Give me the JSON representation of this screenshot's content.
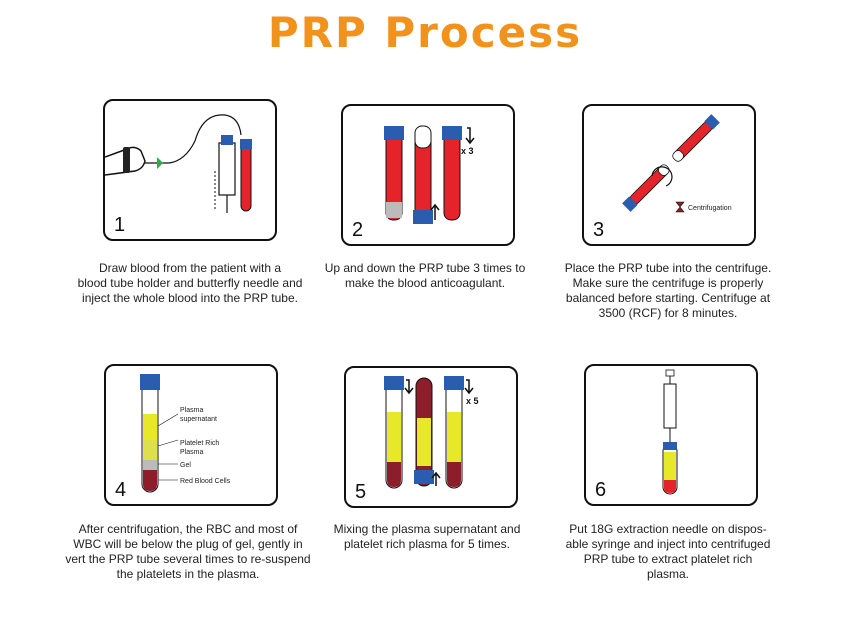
{
  "title": "PRP Process",
  "steps": [
    {
      "number": "1",
      "caption": "Draw blood from the patient with a\nblood tube holder and butterfly needle and\ninject the whole blood into the PRP tube."
    },
    {
      "number": "2",
      "caption": "Up and down the PRP tube 3 times to\nmake the blood anticoagulant.",
      "repeat": "x 3"
    },
    {
      "number": "3",
      "caption": "Place the PRP tube into the centrifuge.\nMake sure the centrifuge is properly\nbalanced before starting. Centrifuge at\n3500 (RCF) for 8 minutes.",
      "label": "Centrifugation"
    },
    {
      "number": "4",
      "caption": "After centrifugation, the RBC and most of\nWBC will be below the plug of gel, gently in\nvert the PRP tube several times to re-suspend\nthe platelets in the plasma.",
      "layers": {
        "plasma1": "Plasma",
        "plasma2": "supernatant",
        "prp1": "Platelet Rich",
        "prp2": "Plasma",
        "gel": "Gel",
        "rbc": "Red Blood Cells"
      }
    },
    {
      "number": "5",
      "caption": "Mixing the plasma supernatant and\nplatelet rich plasma for 5 times.",
      "repeat": "x 5"
    },
    {
      "number": "6",
      "caption": "Put 18G extraction needle on dispos-\nable syringe and inject into centrifuged\nPRP tube to extract platelet rich\nplasma."
    }
  ],
  "colors": {
    "title": "#f0921c",
    "blood": "#e4232b",
    "cap": "#2a5cb0",
    "plasma": "#e8e82a",
    "rbc": "#8b1e2a",
    "gel": "#bbbbbb"
  }
}
